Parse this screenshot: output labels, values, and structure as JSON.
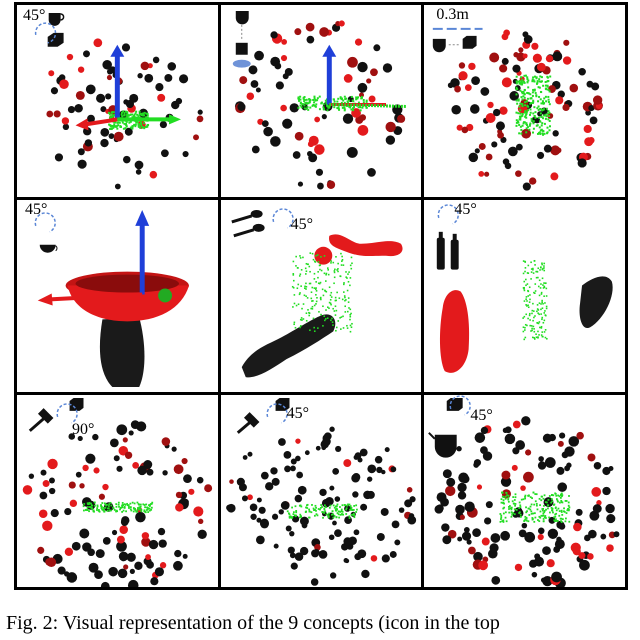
{
  "figure": {
    "panels": [
      {
        "id": "p1",
        "angle_label": "45°",
        "icons": [
          "cup-icon",
          "box-icon"
        ]
      },
      {
        "id": "p2",
        "angle_label": "",
        "icons": [
          "cup-icon",
          "box-icon",
          "disc-icon"
        ]
      },
      {
        "id": "p3",
        "scale_label": "0.3m",
        "icons": [
          "cup-icon",
          "box-icon"
        ]
      },
      {
        "id": "p4",
        "angle_label": "45°",
        "icons": [
          "bowl-icon"
        ]
      },
      {
        "id": "p5",
        "angle_label": "45°",
        "icons": [
          "spoon-icon",
          "spoon-icon"
        ]
      },
      {
        "id": "p6",
        "angle_label": "45°",
        "icons": [
          "bottle-icon",
          "bottle-icon"
        ]
      },
      {
        "id": "p7",
        "angle_label": "90°",
        "icons": [
          "hammer-icon",
          "box-icon"
        ]
      },
      {
        "id": "p8",
        "angle_label": "45°",
        "icons": [
          "hammer-icon",
          "box-icon"
        ]
      },
      {
        "id": "p9",
        "angle_label": "45°",
        "icons": [
          "box-icon",
          "kettle-icon"
        ]
      }
    ]
  },
  "caption": "Fig. 2: Visual representation of the 9 concepts (icon in the top",
  "colors": {
    "red": "#e31a1c",
    "black": "#111111",
    "green": "#22dd22",
    "blue": "#1f3fd8",
    "dashed": "#5a86d6"
  }
}
